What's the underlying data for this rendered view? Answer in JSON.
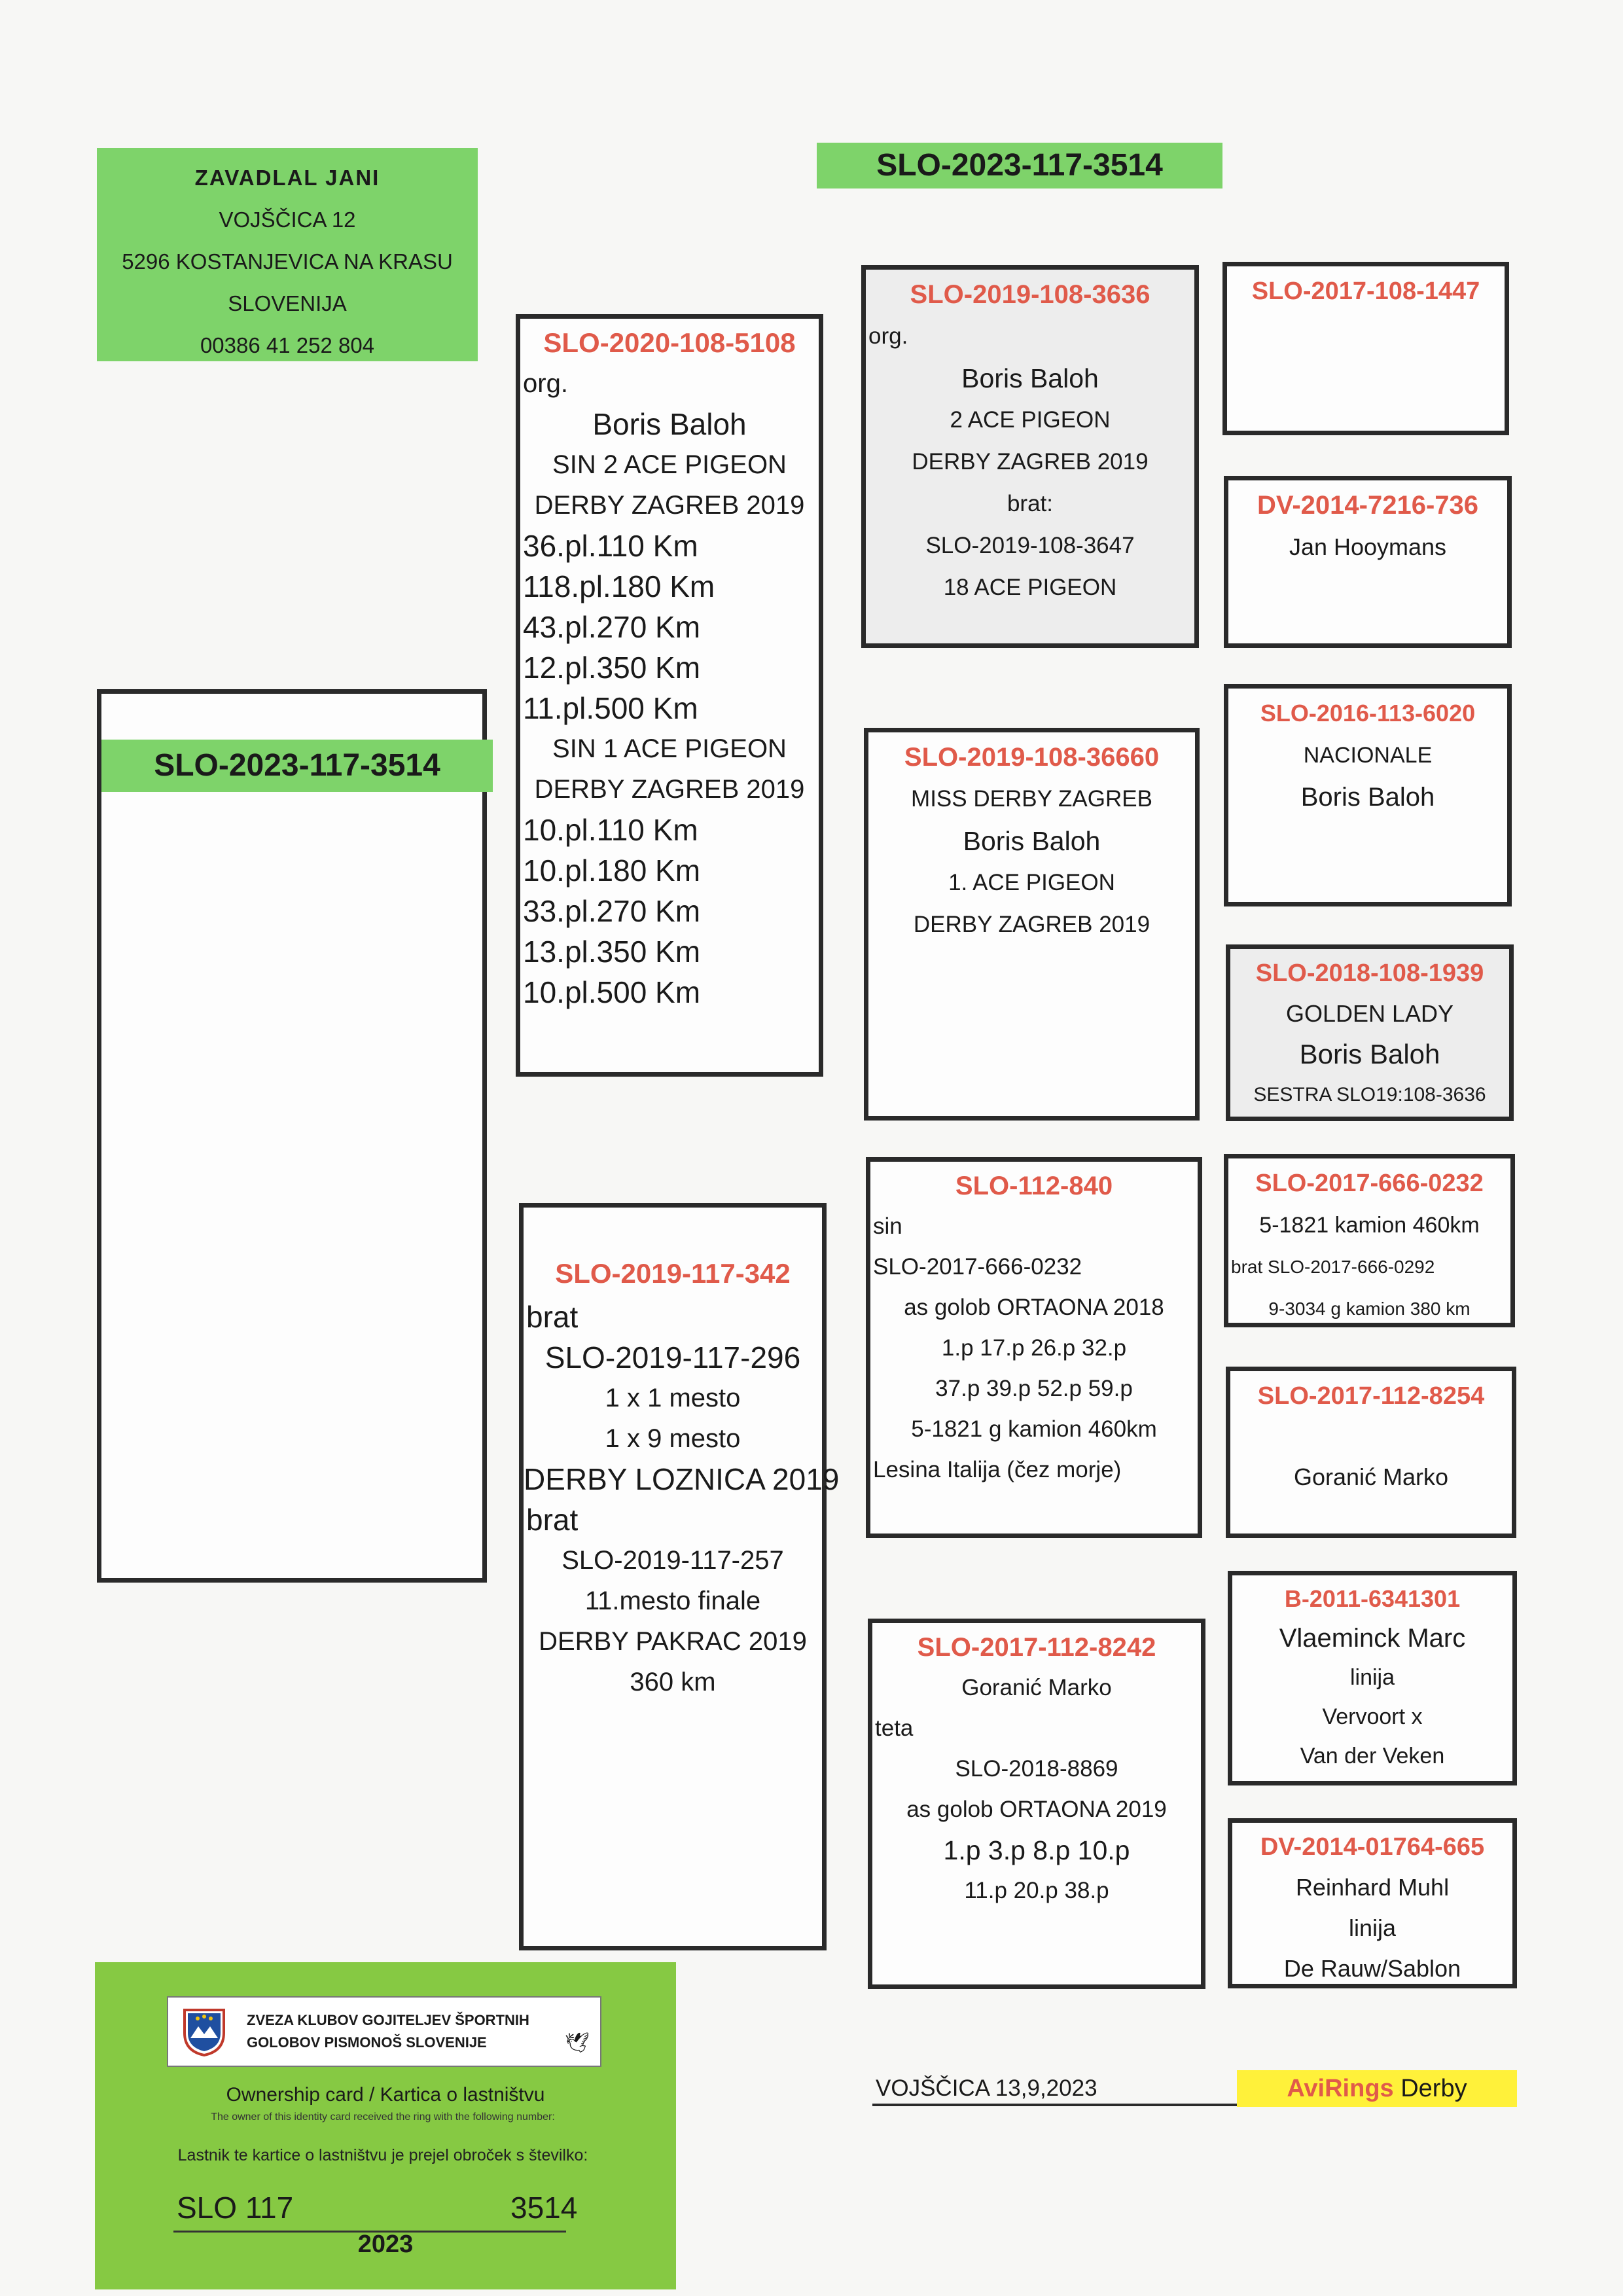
{
  "owner": {
    "name": "ZAVADLAL   JANI",
    "street": "VOJŠČICA 12",
    "city": "5296 KOSTANJEVICA NA KRASU",
    "country": "SLOVENIJA",
    "phone": "00386 41 252 804"
  },
  "pigeon_ring_top": "SLO-2023-117-3514",
  "subject": {
    "ring": "SLO-2023-117-3514"
  },
  "father": {
    "ring": "SLO-2020-108-5108",
    "lines": [
      {
        "t": "org.",
        "a": "l"
      },
      {
        "t": "Boris Baloh",
        "a": "c",
        "big": true
      },
      {
        "t": "SIN 2 ACE PIGEON",
        "a": "c"
      },
      {
        "t": "DERBY ZAGREB 2019",
        "a": "c"
      },
      {
        "t": "36.pl.110 Km",
        "a": "l",
        "big": true
      },
      {
        "t": "118.pl.180 Km",
        "a": "l",
        "big": true
      },
      {
        "t": "43.pl.270 Km",
        "a": "l",
        "big": true
      },
      {
        "t": "12.pl.350 Km",
        "a": "l",
        "big": true
      },
      {
        "t": "11.pl.500 Km",
        "a": "l",
        "big": true
      },
      {
        "t": "SIN  1 ACE PIGEON",
        "a": "c"
      },
      {
        "t": "DERBY ZAGREB 2019",
        "a": "c"
      },
      {
        "t": "10.pl.110 Km",
        "a": "l",
        "big": true
      },
      {
        "t": "10.pl.180 Km",
        "a": "l",
        "big": true
      },
      {
        "t": "33.pl.270 Km",
        "a": "l",
        "big": true
      },
      {
        "t": "13.pl.350 Km",
        "a": "l",
        "big": true
      },
      {
        "t": "10.pl.500 Km",
        "a": "l",
        "big": true
      }
    ]
  },
  "mother": {
    "ring": "SLO-2019-117-342",
    "lines": [
      {
        "t": "brat",
        "a": "l",
        "big": true
      },
      {
        "t": "SLO-2019-117-296",
        "a": "c",
        "big": true
      },
      {
        "t": "1 x 1 mesto",
        "a": "c"
      },
      {
        "t": "1 x 9 mesto",
        "a": "c"
      },
      {
        "t": "DERBY LOZNICA 2019",
        "a": "c",
        "big": true
      },
      {
        "t": "brat",
        "a": "l",
        "big": true
      },
      {
        "t": "SLO-2019-117-257",
        "a": "c"
      },
      {
        "t": "11.mesto finale",
        "a": "c"
      },
      {
        "t": "DERBY PAKRAC 2019",
        "a": "c"
      },
      {
        "t": "360 km",
        "a": "c"
      }
    ]
  },
  "ff": {
    "ring": "SLO-2019-108-3636",
    "lines": [
      {
        "t": "org.",
        "a": "l"
      },
      {
        "t": "Boris Baloh",
        "a": "c",
        "big": true
      },
      {
        "t": "2 ACE PIGEON",
        "a": "c"
      },
      {
        "t": "DERBY ZAGREB 2019",
        "a": "c"
      },
      {
        "t": "brat:",
        "a": "c"
      },
      {
        "t": "SLO-2019-108-3647",
        "a": "c"
      },
      {
        "t": "18 ACE PIGEON",
        "a": "c"
      }
    ]
  },
  "fm": {
    "ring": "SLO-2019-108-36660",
    "lines": [
      {
        "t": "MISS DERBY ZAGREB",
        "a": "c"
      },
      {
        "t": "Boris Baloh",
        "a": "c",
        "big": true
      },
      {
        "t": "1. ACE PIGEON",
        "a": "c"
      },
      {
        "t": "DERBY ZAGREB 2019",
        "a": "c"
      }
    ]
  },
  "mf": {
    "ring": "SLO-112-840",
    "lines": [
      {
        "t": "sin",
        "a": "l"
      },
      {
        "t": "SLO-2017-666-0232",
        "a": "l"
      },
      {
        "t": "as golob ORTAONA 2018",
        "a": "c"
      },
      {
        "t": "1.p  17.p  26.p  32.p",
        "a": "c"
      },
      {
        "t": "37.p  39.p  52.p  59.p",
        "a": "c"
      },
      {
        "t": "5-1821 g  kamion 460km",
        "a": "c"
      },
      {
        "t": "Lesina Italija (čez morje)",
        "a": "l"
      }
    ]
  },
  "mm": {
    "ring": "SLO-2017-112-8242",
    "lines": [
      {
        "t": "Goranić Marko",
        "a": "c"
      },
      {
        "t": "teta",
        "a": "l"
      },
      {
        "t": "SLO-2018-8869",
        "a": "c"
      },
      {
        "t": "as golob ORTAONA 2019",
        "a": "c"
      },
      {
        "t": "1.p   3.p  8.p 10.p",
        "a": "c",
        "big": true
      },
      {
        "t": "11.p  20.p  38.p",
        "a": "c"
      }
    ]
  },
  "fff": {
    "ring": "SLO-2017-108-1447",
    "lines": []
  },
  "ffm": {
    "ring": "DV-2014-7216-736",
    "lines": [
      {
        "t": "Jan Hooymans",
        "a": "c"
      }
    ]
  },
  "fmf": {
    "ring": "SLO-2016-113-6020",
    "lines": [
      {
        "t": "NACIONALE",
        "a": "c"
      },
      {
        "t": "Boris Baloh",
        "a": "c",
        "big": true
      }
    ]
  },
  "fmm": {
    "ring": "SLO-2018-108-1939",
    "lines": [
      {
        "t": "GOLDEN LADY",
        "a": "c"
      },
      {
        "t": "Boris Baloh",
        "a": "c",
        "big": true
      },
      {
        "t": "SESTRA  SLO19:108-3636",
        "a": "c",
        "small": true
      }
    ]
  },
  "mff": {
    "ring": "SLO-2017-666-0232",
    "lines": [
      {
        "t": "5-1821 kamion 460km",
        "a": "c"
      },
      {
        "t": "brat  SLO-2017-666-0292",
        "a": "l",
        "small": true
      },
      {
        "t": "9-3034 g  kamion 380 km",
        "a": "c",
        "small": true
      }
    ]
  },
  "mfm": {
    "ring": "SLO-2017-112-8254",
    "lines": [
      {
        "t": "Goranić Marko",
        "a": "c"
      }
    ]
  },
  "mmf": {
    "ring": "B-2011-6341301",
    "lines": [
      {
        "t": "Vlaeminck Marc",
        "a": "c",
        "big": true
      },
      {
        "t": "linija",
        "a": "c"
      },
      {
        "t": "Vervoort   x",
        "a": "c"
      },
      {
        "t": "Van der Veken",
        "a": "c"
      }
    ]
  },
  "mmm": {
    "ring": "DV-2014-01764-665",
    "lines": [
      {
        "t": "Reinhard Muhl",
        "a": "c"
      },
      {
        "t": "linija",
        "a": "c"
      },
      {
        "t": "De Rauw/Sablon",
        "a": "c"
      }
    ]
  },
  "card": {
    "org_line1": "ZVEZA KLUBOV GOJITELJEV ŠPORTNIH",
    "org_line2": "GOLOBOV PISMONOŠ SLOVENIJE",
    "title": "Ownership card / Kartica o lastništvu",
    "english": "The owner of this identity card received the ring with the following number:",
    "slovene": "Lastnik te kartice o lastništvu je prejel obroček s številko:",
    "ring_left": "SLO 117",
    "ring_right": "3514",
    "year": "2023"
  },
  "footer": {
    "place_date": "VOJŠČICA  13,9,2023",
    "brand_red": "AviRings",
    "brand_rest": " Derby"
  }
}
